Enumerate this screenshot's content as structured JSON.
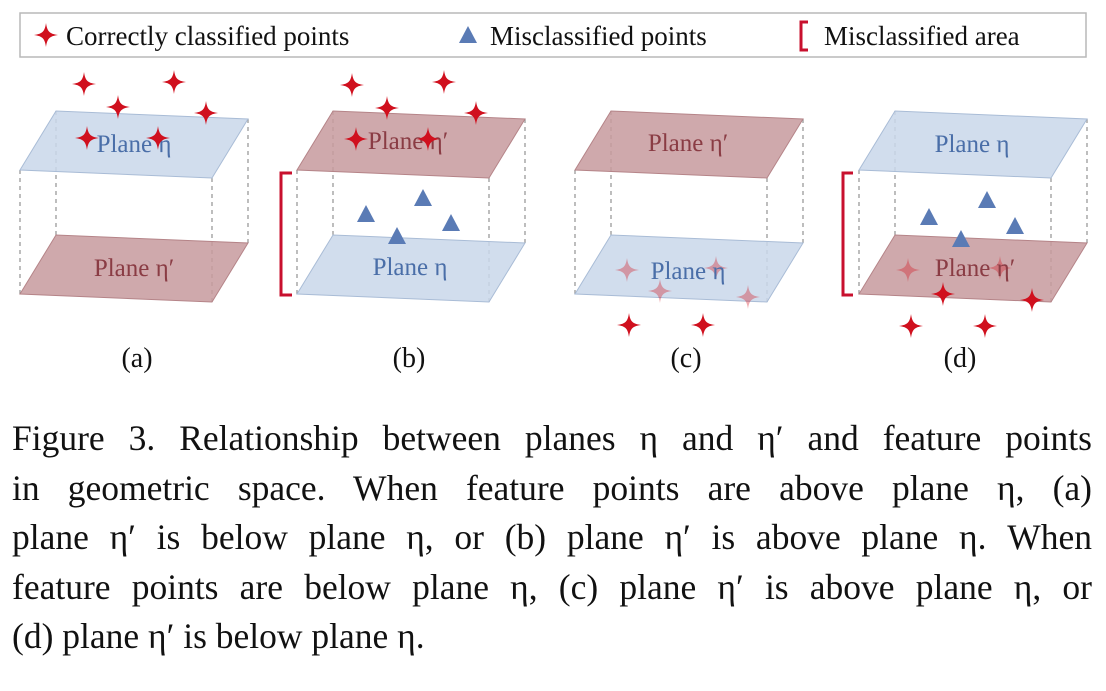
{
  "legend": {
    "correct_label": "Correctly classified points",
    "mis_points_label": "Misclassified points",
    "mis_area_label": "Misclassified area"
  },
  "panels": [
    {
      "label": "(a)",
      "top_plane": "Plane η",
      "bottom_plane": "Plane η′"
    },
    {
      "label": "(b)",
      "top_plane": "Plane η′",
      "bottom_plane": "Plane η"
    },
    {
      "label": "(c)",
      "top_plane": "Plane η′",
      "bottom_plane": "Plane η"
    },
    {
      "label": "(d)",
      "top_plane": "Plane η",
      "bottom_plane": "Plane η′"
    }
  ],
  "colors": {
    "plane_eta": "#c9d7ea",
    "plane_eta_prime": "#c79a9e",
    "star": "#d0101e",
    "triangle": "#5a7bb5",
    "bracket": "#c8102e"
  },
  "caption_lines": [
    "Figure 3. Relationship between planes η and η′ and feature points",
    "in geometric space.  When feature points are above plane η, (a)",
    "plane η′ is below plane η, or (b) plane η′ is above plane η. When",
    "feature points are below plane η, (c) plane η′ is above plane η, or",
    "(d) plane η′ is below plane η."
  ]
}
